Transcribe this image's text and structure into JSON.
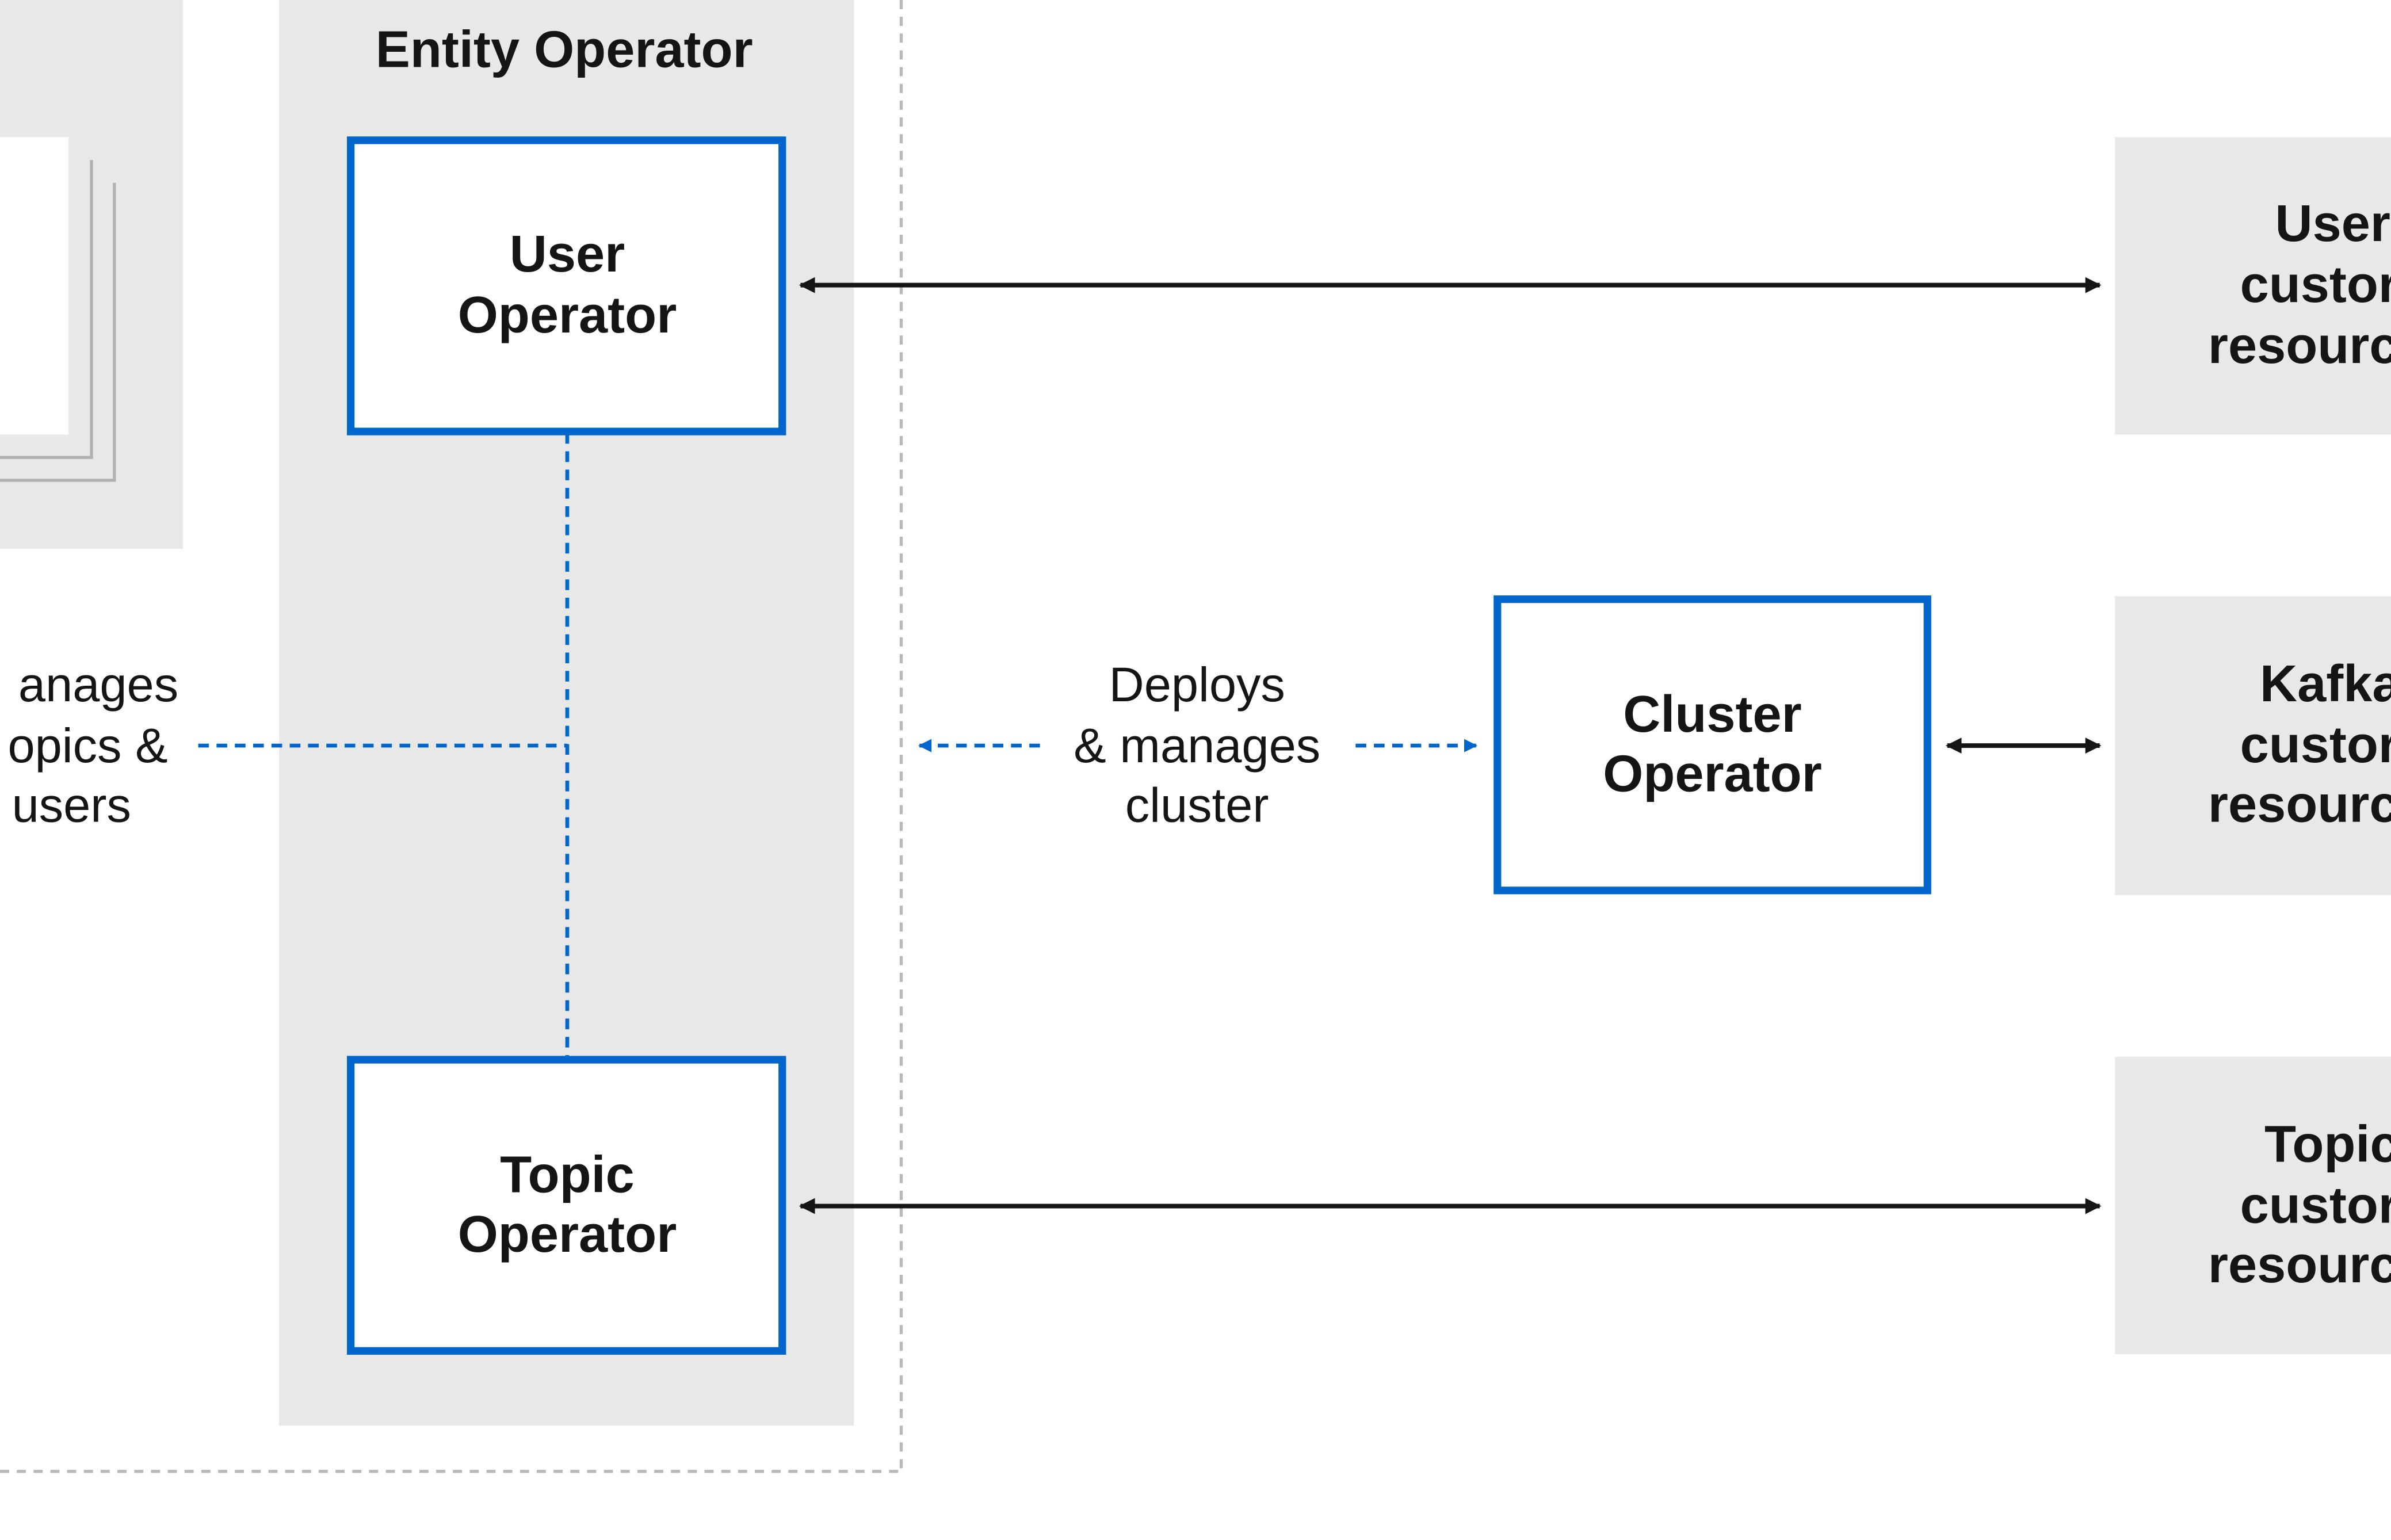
{
  "entity_operator": {
    "title": "Entity Operator"
  },
  "user_operator": {
    "line1": "User",
    "line2": "Operator"
  },
  "topic_operator": {
    "line1": "Topic",
    "line2": "Operator"
  },
  "cluster_operator": {
    "line1": "Cluster",
    "line2": "Operator"
  },
  "left_label": {
    "line1": "anages",
    "line2": "opics &",
    "line3": "users"
  },
  "deploy_label": {
    "line1": "Deploys",
    "line2": "& manages",
    "line3": "cluster"
  },
  "user_resource": {
    "line1": "User",
    "line2": "custor",
    "line3": "resourc"
  },
  "kafka_resource": {
    "line1": "Kafka",
    "line2": "custor",
    "line3": "resourc"
  },
  "topic_resource": {
    "line1": "Topic",
    "line2": "custor",
    "line3": "resourc"
  },
  "colors": {
    "operator_border": "#0066cc",
    "panel_fill": "#e8e8e8",
    "arrow_black": "#151515",
    "arrow_blue": "#0066cc",
    "boundary_dashed": "#b8b8b8",
    "stack_lines": "#b0b0b0"
  }
}
